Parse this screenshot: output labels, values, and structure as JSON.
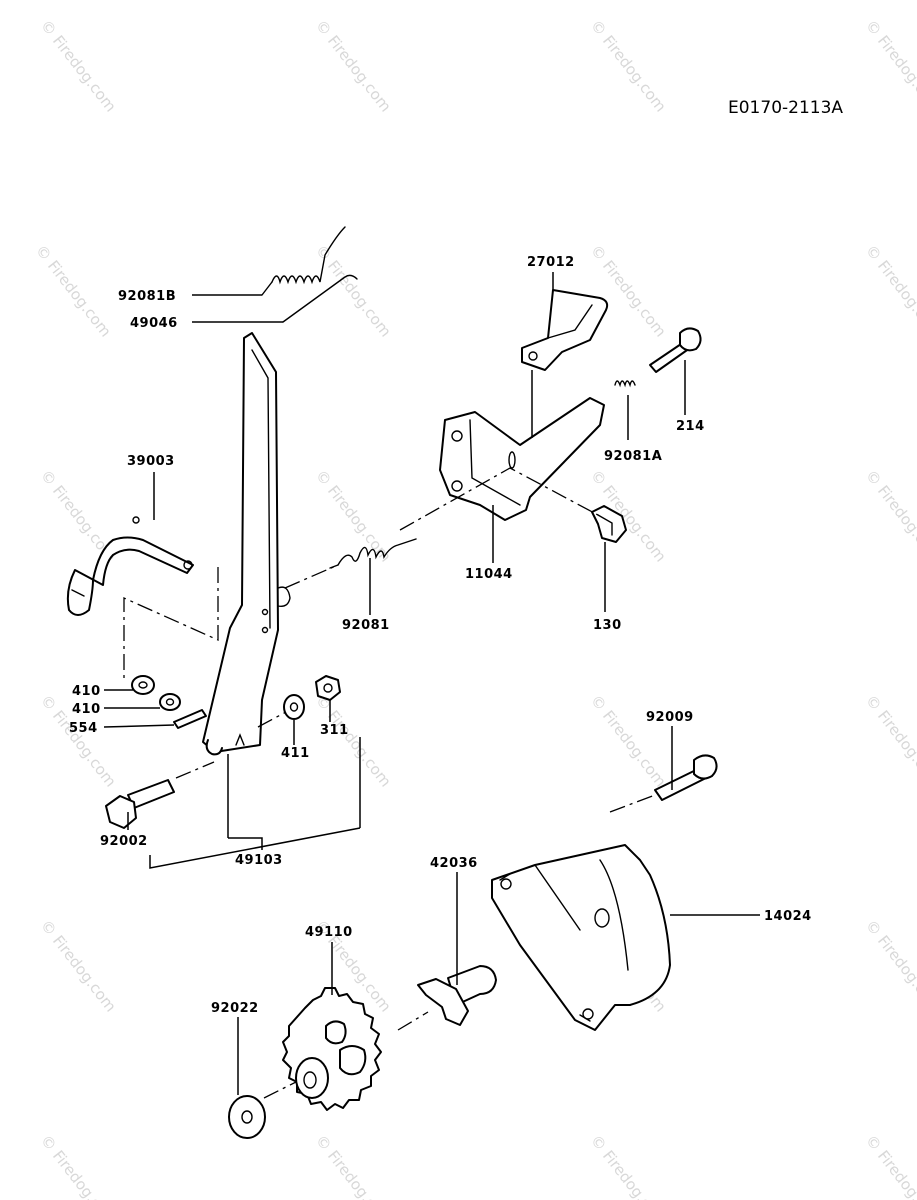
{
  "diagram_code": "E0170-2113A",
  "watermark_text": "© Firedog.com",
  "callouts": {
    "c92081B": "92081B",
    "c49046": "49046",
    "c27012": "27012",
    "c214": "214",
    "c92081A": "92081A",
    "c39003": "39003",
    "c11044": "11044",
    "c92081": "92081",
    "c130": "130",
    "c410a": "410",
    "c410b": "410",
    "c554": "554",
    "c411": "411",
    "c311": "311",
    "c92002": "92002",
    "c49103": "49103",
    "c92009": "92009",
    "c42036": "42036",
    "c14024": "14024",
    "c49110": "49110",
    "c92022": "92022"
  }
}
